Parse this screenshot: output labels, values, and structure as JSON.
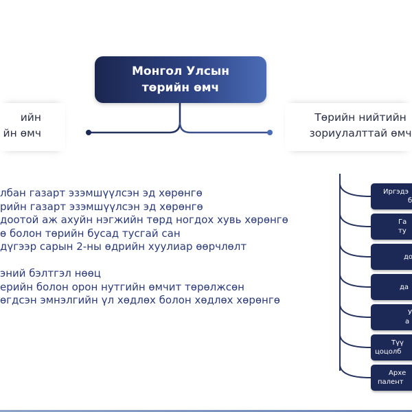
{
  "root": {
    "line1": "Монгол Улсын",
    "line2": "төрийн өмч"
  },
  "left_node": {
    "line1": "ийн",
    "line2": "йн өмч"
  },
  "right_node": {
    "line1": "Төрийн нийтийн",
    "line2": "зориулалттай өмч"
  },
  "left_list": [
    "лбан газарт эзэмшүүлсэн эд хөрөнгө",
    "рийн газарт эзэмшүүлсэн эд хөрөнгө",
    "доотой аж ахуйн нэгжийн төрд ногдох хувь хөрөнгө",
    "ө болон төрийн бусад тусгай сан",
    "дүгээр сарын 2-ны өдрийн хуулиар өөрчлөлт",
    "",
    "эний бэлтгэл нөөц",
    "ерийн болон орон нутгийн өмчит төрөлжсөн",
    "өгдсэн эмнэлгийн үл хөдлөх болон хөдлөх хөрөнгө"
  ],
  "right_boxes": [
    {
      "line1": "Иргэдэ",
      "line2": "б"
    },
    {
      "line1": "Га",
      "line2": "ту"
    },
    {
      "line1": "",
      "line2": "до"
    },
    {
      "line1": "",
      "line2": "да"
    },
    {
      "line1": "У",
      "line2": "а"
    },
    {
      "line1": "Түү",
      "line2": "цоцолб"
    },
    {
      "line1": "Архе",
      "line2": "палент"
    }
  ],
  "colors": {
    "primary": "#1c2855",
    "accent": "#4b6cb7"
  }
}
